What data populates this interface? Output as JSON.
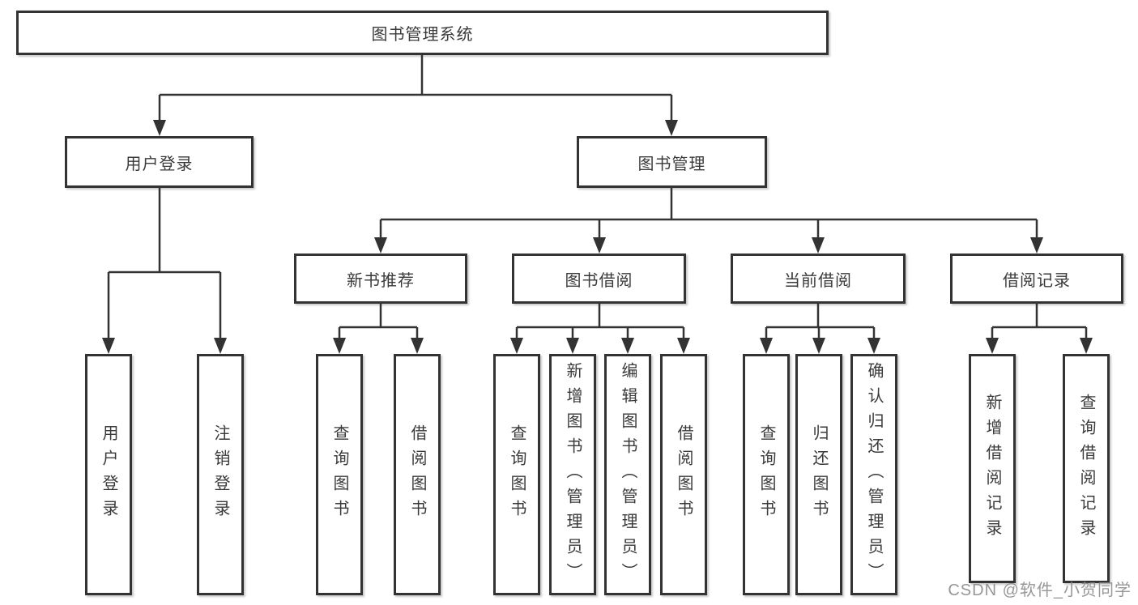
{
  "diagram": {
    "root": "图书管理系统",
    "level2": {
      "login": "用户登录",
      "manage": "图书管理"
    },
    "level3": {
      "recommend": "新书推荐",
      "borrow": "图书借阅",
      "current": "当前借阅",
      "records": "借阅记录"
    },
    "leaves": {
      "login": [
        "用户登录",
        "注销登录"
      ],
      "recommend": [
        "查询图书",
        "借阅图书"
      ],
      "borrow": [
        "查询图书",
        "新增图书（管理员）",
        "编辑图书（管理员）",
        "借阅图书"
      ],
      "current": [
        "查询图书",
        "归还图书",
        "确认归还（管理员）"
      ],
      "records": [
        "新增借阅记录",
        "查询借阅记录"
      ]
    },
    "colors": {
      "line": "#333333",
      "border": "#333333",
      "text": "#3a3a3a",
      "background": "#ffffff",
      "watermark": "#8c8c8c"
    },
    "watermark": "CSDN @软件_小贺同学"
  }
}
